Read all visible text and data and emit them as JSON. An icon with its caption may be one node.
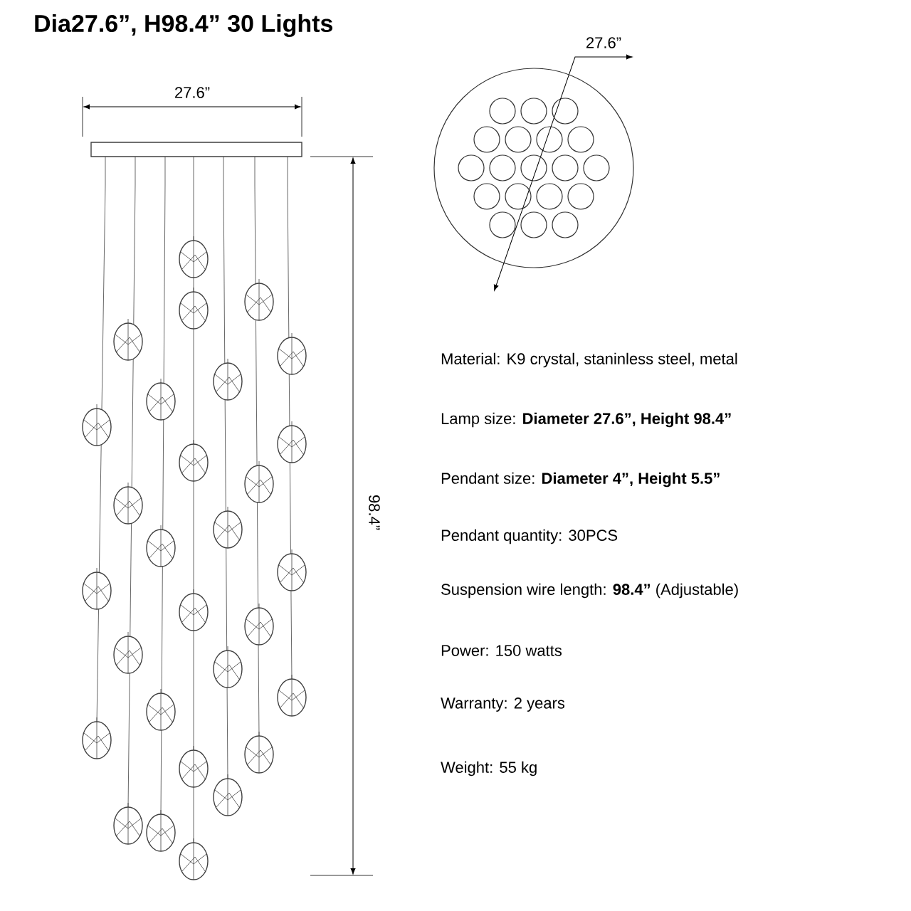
{
  "diagram": {
    "title": "Dia27.6”, H98.4”  30 Lights",
    "labels": [
      "27.6”",
      "27.6”",
      "98.4”",
      "Material: K9 crystal, staninless steel, metal",
      "Lamp size: **Diameter 27.6”, Height 98.4”**",
      "Pendant size: **Diameter 4”, Height 5.5”**",
      "Pendant quantity: 30PCS",
      "Suspension wire length: **98.4”** (Adjustable)",
      "Power: 150 watts",
      "Warranty: 2 years",
      "Weight: 55 kg"
    ]
  }
}
